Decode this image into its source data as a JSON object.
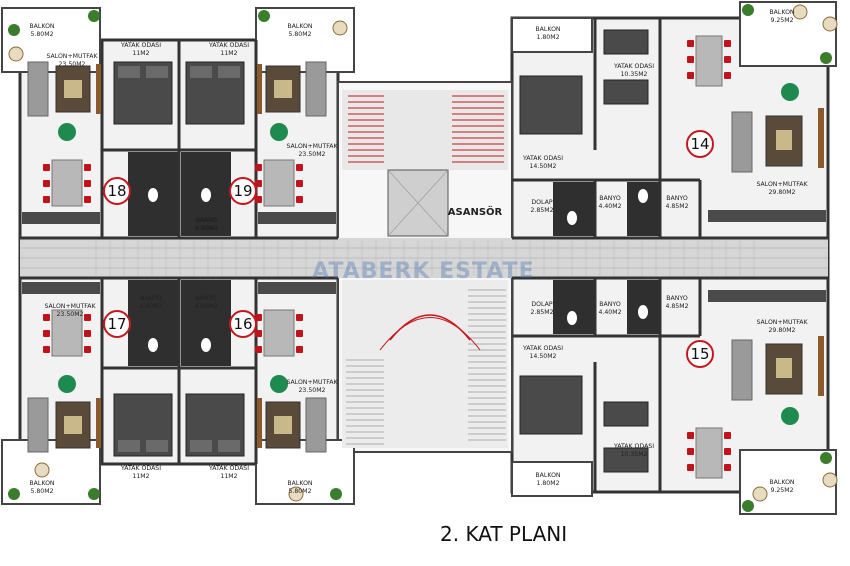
{
  "title": "2. KAT PLANI",
  "watermark": "ATABERK ESTATE",
  "elevator_label": "ASANSÖR",
  "colors": {
    "wall": "#3a3a3a",
    "floor": "#f4f4f4",
    "sofa": "#8a8a8a",
    "bed": "#4a4a4a",
    "chair": "#c0141a",
    "plant": "#1e8a4f",
    "table": "#c9b98a",
    "circle": "#c8161d",
    "stair": "#c8161d",
    "corridor": "#d0d0d0"
  },
  "apartments": [
    {
      "number": "18",
      "rooms": [
        {
          "name": "BALKON",
          "area": "5.80M2"
        },
        {
          "name": "SALON+MUTFAK",
          "area": "23.50M2"
        },
        {
          "name": "YATAK ODASI",
          "area": "11M2"
        },
        {
          "name": "BANYO",
          "area": "4.00M2"
        }
      ]
    },
    {
      "number": "19",
      "rooms": [
        {
          "name": "BALKON",
          "area": "5.80M2"
        },
        {
          "name": "SALON+MUTFAK",
          "area": "23.50M2"
        },
        {
          "name": "YATAK ODASI",
          "area": "11M2"
        },
        {
          "name": "BANYO",
          "area": "4.00M2"
        }
      ]
    },
    {
      "number": "17",
      "rooms": [
        {
          "name": "BALKON",
          "area": "5.80M2"
        },
        {
          "name": "SALON+MUTFAK",
          "area": "23.50M2"
        },
        {
          "name": "YATAK ODASI",
          "area": "11M2"
        },
        {
          "name": "BANYO",
          "area": "4.00M2"
        }
      ]
    },
    {
      "number": "16",
      "rooms": [
        {
          "name": "BALKON",
          "area": "5.80M2"
        },
        {
          "name": "SALON+MUTFAK",
          "area": "23.50M2"
        },
        {
          "name": "YATAK ODASI",
          "area": "11M2"
        },
        {
          "name": "BANYO",
          "area": "4.00M2"
        }
      ]
    },
    {
      "number": "14",
      "rooms": [
        {
          "name": "BALKON",
          "area": "1.80M2"
        },
        {
          "name": "BALKON",
          "area": "9.25M2"
        },
        {
          "name": "YATAK ODASI",
          "area": "10.35M2"
        },
        {
          "name": "YATAK ODASI",
          "area": "14.50M2"
        },
        {
          "name": "SALON+MUTFAK",
          "area": "29.80M2"
        },
        {
          "name": "DOLAP",
          "area": "2.85M2"
        },
        {
          "name": "BANYO",
          "area": "4.40M2"
        },
        {
          "name": "BANYO",
          "area": "4.85M2"
        }
      ]
    },
    {
      "number": "15",
      "rooms": [
        {
          "name": "BALKON",
          "area": "1.80M2"
        },
        {
          "name": "BALKON",
          "area": "9.25M2"
        },
        {
          "name": "YATAK ODASI",
          "area": "10.35M2"
        },
        {
          "name": "YATAK ODASI",
          "area": "14.50M2"
        },
        {
          "name": "SALON+MUTFAK",
          "area": "29.80M2"
        },
        {
          "name": "DOLAP",
          "area": "2.85M2"
        },
        {
          "name": "BANYO",
          "area": "4.40M2"
        },
        {
          "name": "BANYO",
          "area": "4.85M2"
        }
      ]
    }
  ]
}
